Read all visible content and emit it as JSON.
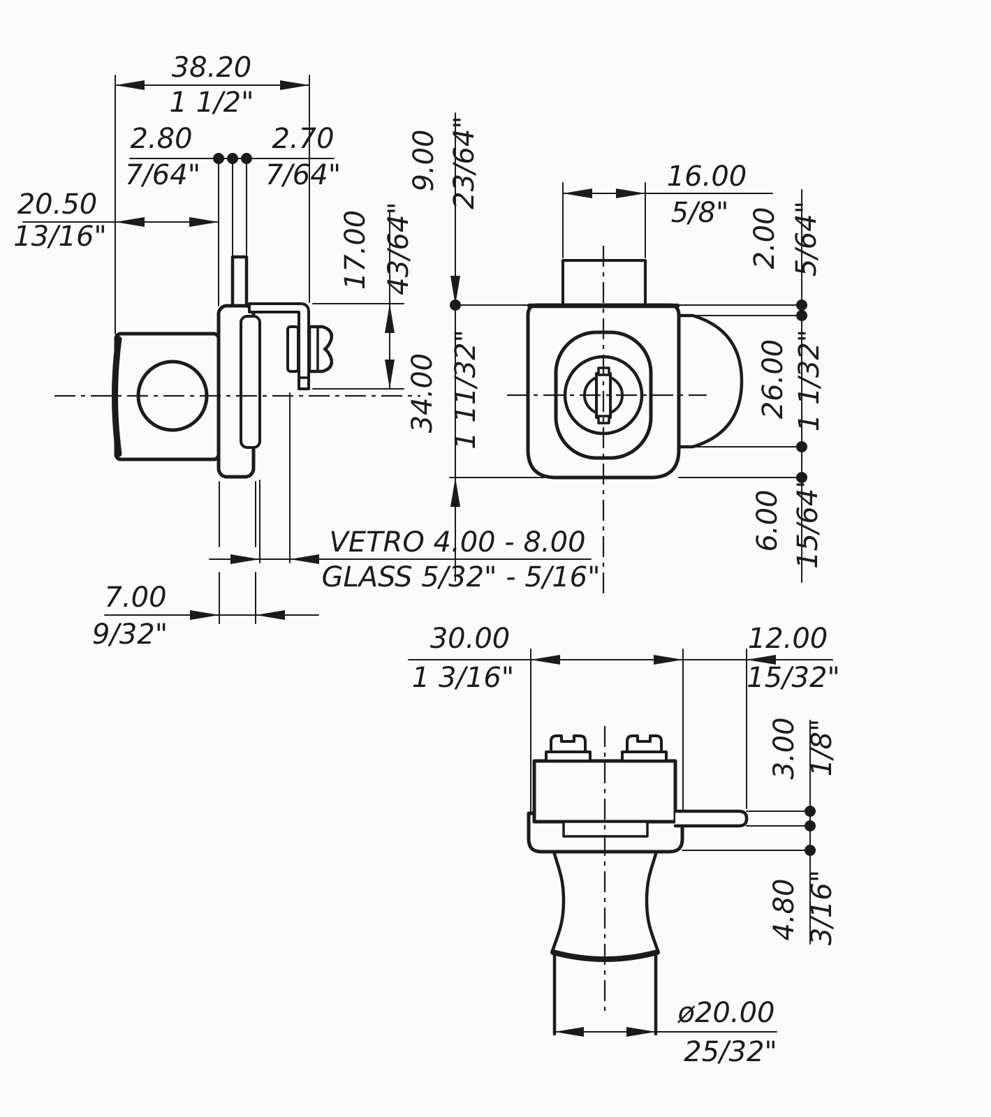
{
  "colors": {
    "line": "#1b1b1b",
    "paper": "#fbfbfb"
  },
  "views": {
    "side": {
      "dims": {
        "total_width": {
          "mm": "38.20",
          "inch": "1 1/2\""
        },
        "pad_offset": {
          "mm": "2.80",
          "inch": "7/64\""
        },
        "gap_offset": {
          "mm": "2.70",
          "inch": "7/64\""
        },
        "body_depth": {
          "mm": "20.50",
          "inch": "13/16\""
        },
        "bracket_height": {
          "mm": "17.00",
          "inch": "43/64\""
        },
        "slot_width": {
          "mm": "7.00",
          "inch": "9/32\""
        }
      },
      "glass_note": {
        "italian": "VETRO 4.00 - 8.00",
        "english": "GLASS 5/32\" - 5/16\""
      }
    },
    "front": {
      "dims": {
        "latch_height": {
          "mm": "9.00",
          "inch": "23/64\""
        },
        "latch_width": {
          "mm": "16.00",
          "inch": "5/8\""
        },
        "body_height": {
          "mm": "34.00",
          "inch": "1 11/32\""
        },
        "top_clearance": {
          "mm": "2.00",
          "inch": "5/64\""
        },
        "catch_height": {
          "mm": "26.00",
          "inch": "1 1/32\""
        },
        "bottom_clearance": {
          "mm": "6.00",
          "inch": "15/64\""
        }
      }
    },
    "bottom": {
      "dims": {
        "body_width": {
          "mm": "30.00",
          "inch": "1 3/16\""
        },
        "arm_length": {
          "mm": "12.00",
          "inch": "15/32\""
        },
        "arm_thickness": {
          "mm": "3.00",
          "inch": "1/8\""
        },
        "plate_offset": {
          "mm": "4.80",
          "inch": "3/16\""
        },
        "knob_diameter": {
          "mm": "ø20.00",
          "inch": "25/32\""
        }
      }
    }
  }
}
